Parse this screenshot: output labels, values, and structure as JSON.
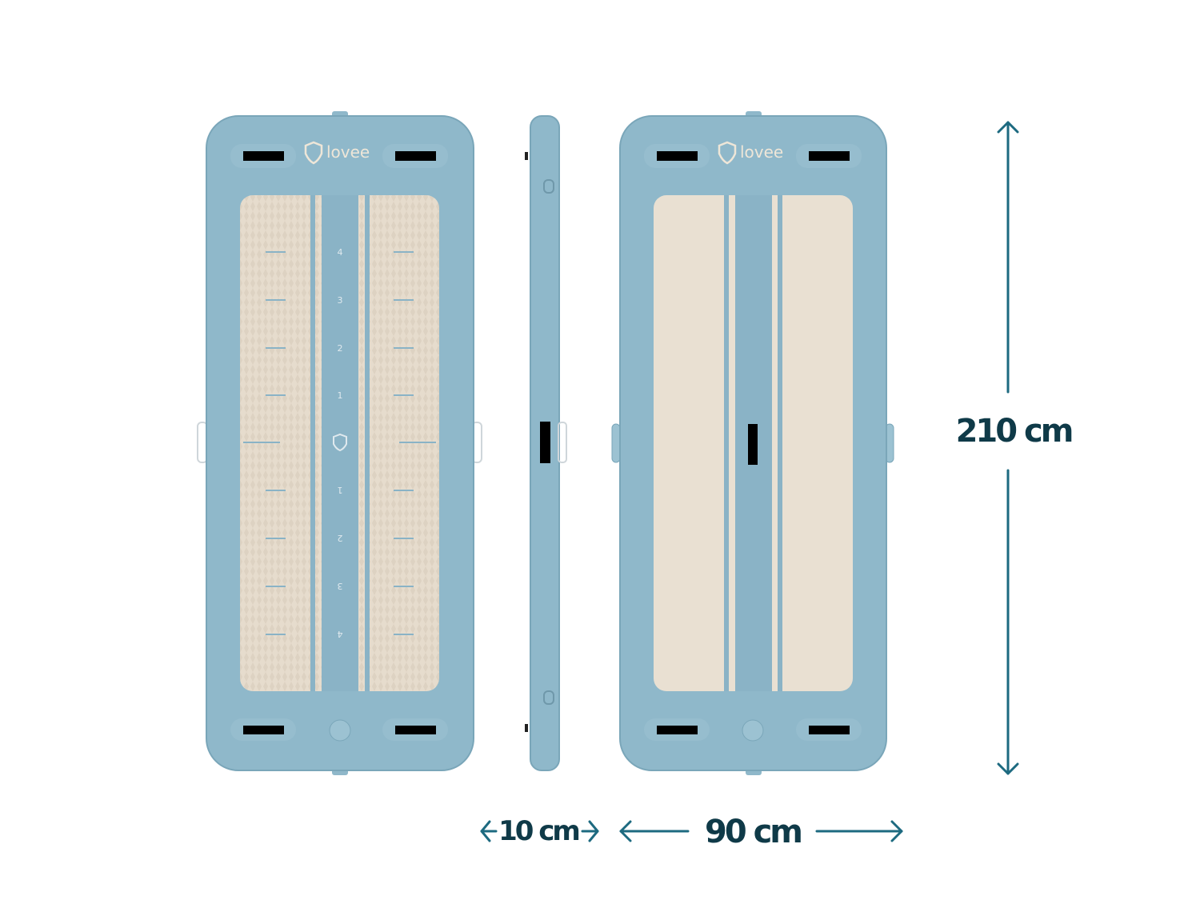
{
  "brand": {
    "logo_text": "lovee"
  },
  "colors": {
    "mat": "#8fb8ca",
    "mat_edge": "#7aa6b9",
    "surface": "#e7ddcf",
    "stripe": "#8ab3c6",
    "dimension_text": "#0f3a48",
    "arrow": "#1d6a80"
  },
  "front_view": {
    "scale_numbers": [
      "4",
      "3",
      "2",
      "1",
      "1",
      "2",
      "3",
      "4"
    ]
  },
  "dimensions": {
    "length": "210 cm",
    "width": "90 cm",
    "thickness": "10 cm"
  }
}
